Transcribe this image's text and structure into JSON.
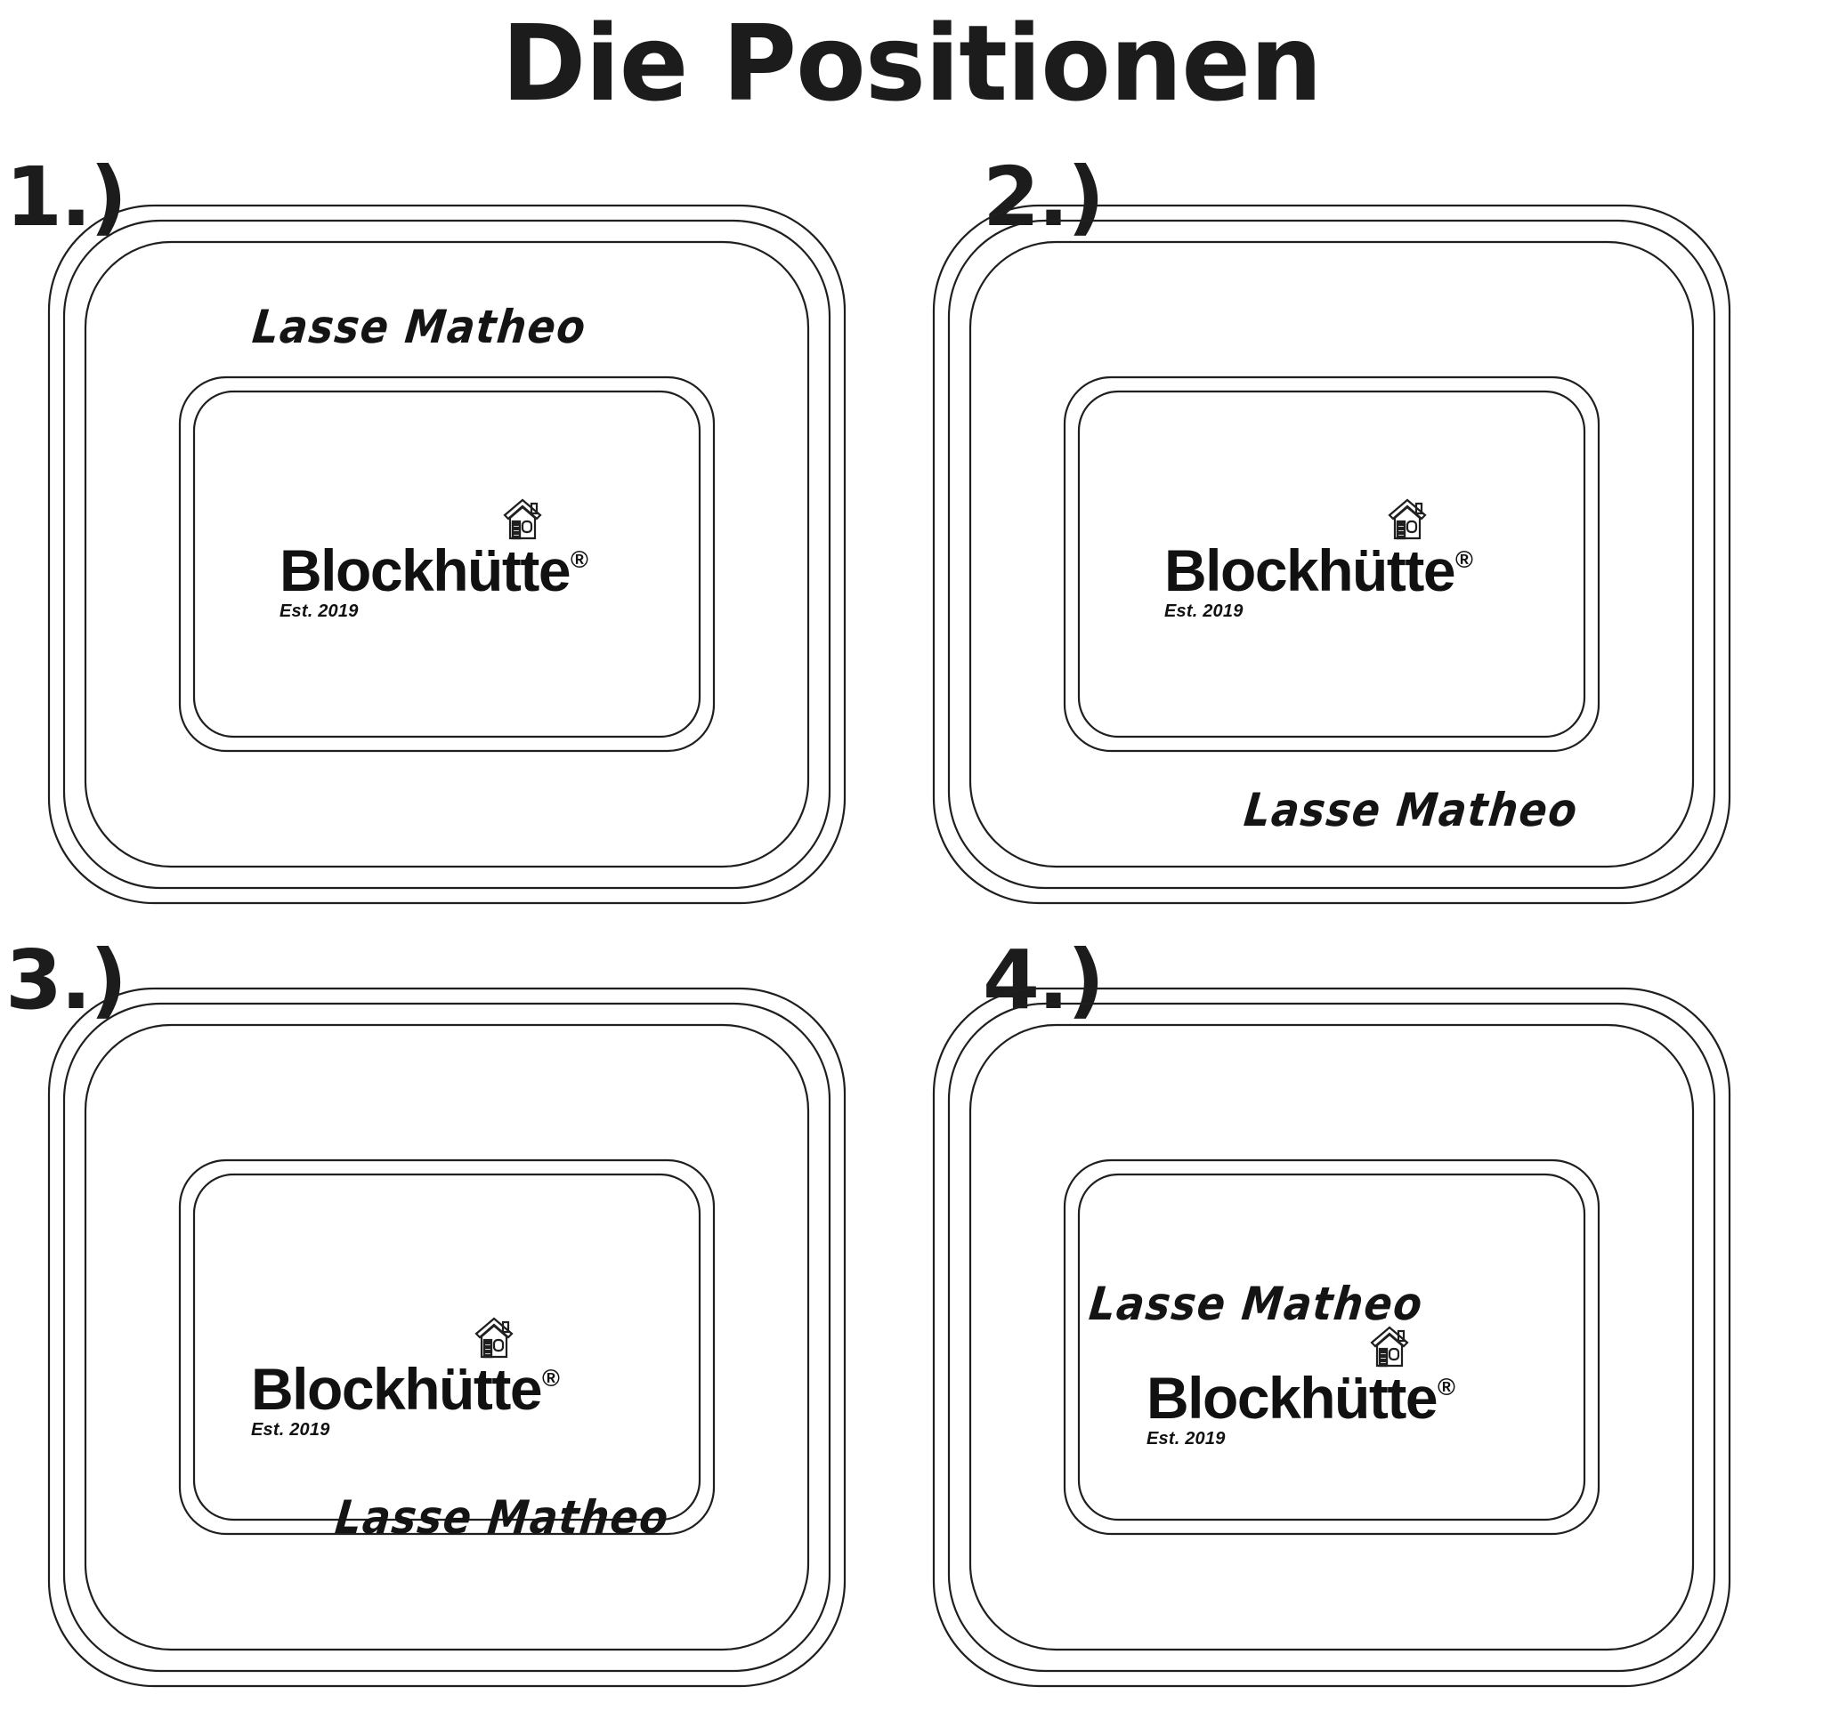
{
  "title": "Die Positionen",
  "logo": {
    "word": "Blockhütte",
    "registered": "®",
    "established": "Est. 2019",
    "icon": "cabin-house-icon"
  },
  "personalization": {
    "name": "Lasse Matheo"
  },
  "panels": [
    {
      "number": "1.)",
      "name_position": "top-centre-rim",
      "logo_position": "inner-panel-centre",
      "name_text": "Lasse Matheo",
      "logo_word": "Blockhütte",
      "logo_registered": "®",
      "logo_established": "Est. 2019"
    },
    {
      "number": "2.)",
      "name_position": "bottom-rim-right",
      "logo_position": "inner-panel-centre",
      "name_text": "Lasse Matheo",
      "logo_word": "Blockhütte",
      "logo_registered": "®",
      "logo_established": "Est. 2019"
    },
    {
      "number": "3.)",
      "name_position": "inner-panel-bottom-right",
      "logo_position": "inner-panel-centre-left",
      "name_text": "Lasse Matheo",
      "logo_word": "Blockhütte",
      "logo_registered": "®",
      "logo_established": "Est. 2019"
    },
    {
      "number": "4.)",
      "name_position": "inner-panel-top-left",
      "logo_position": "inner-panel-lower-right",
      "name_text": "Lasse Matheo",
      "logo_word": "Blockhütte",
      "logo_registered": "®",
      "logo_established": "Est. 2019"
    }
  ],
  "colors": {
    "ink": "#1a1a1a",
    "outline": "#1f1f1f",
    "background": "#ffffff"
  }
}
